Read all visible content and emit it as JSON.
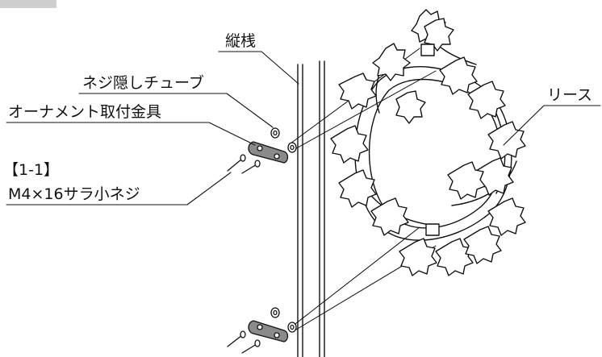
{
  "labels": {
    "stile": "縦桟",
    "screw_cover_tube": "ネジ隠しチューブ",
    "ornament_bracket": "オーナメント取付金具",
    "part_number": "【1-1】",
    "screw": "M4×16サラ小ネジ",
    "wreath": "リース"
  },
  "colors": {
    "line": "#111111",
    "bracket_fill": "#8a8a8a",
    "tab_gray": "#cfcfcf",
    "background": "#ffffff"
  }
}
